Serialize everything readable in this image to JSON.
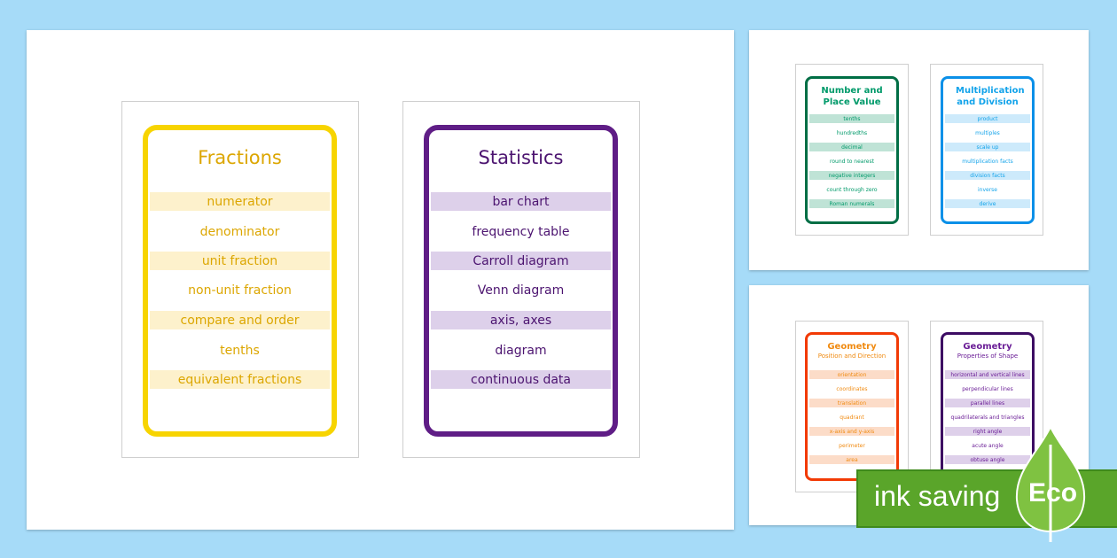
{
  "cards": [
    {
      "title": "Fractions",
      "subtitle": "",
      "border": "#f7d400",
      "text": "#dca600",
      "stripe": "#fdf1cc",
      "words": [
        "numerator",
        "denominator",
        "unit fraction",
        "non-unit fraction",
        "compare and order",
        "tenths",
        "equivalent fractions"
      ]
    },
    {
      "title": "Statistics",
      "subtitle": "",
      "border": "#5f1d86",
      "text": "#4c1470",
      "stripe": "#ddd0ea",
      "words": [
        "bar chart",
        "frequency table",
        "Carroll diagram",
        "Venn diagram",
        "axis, axes",
        "diagram",
        "continuous data"
      ]
    },
    {
      "title": "Number and Place Value",
      "subtitle": "",
      "border": "#006e45",
      "text": "#009a6a",
      "stripe": "#bfe3d6",
      "words": [
        "tenths",
        "hundredths",
        "decimal",
        "round to nearest",
        "negative integers",
        "count through zero",
        "Roman numerals"
      ]
    },
    {
      "title": "Multiplication and Division",
      "subtitle": "",
      "border": "#0b90e8",
      "text": "#12a3ea",
      "stripe": "#cdeafb",
      "words": [
        "product",
        "multiples",
        "scale up",
        "multiplication facts",
        "division facts",
        "inverse",
        "derive"
      ]
    },
    {
      "title": "Geometry",
      "subtitle": "Position and Direction",
      "border": "#f23a05",
      "text": "#f08a10",
      "stripe": "#fcdcc8",
      "words": [
        "orientation",
        "coordinates",
        "translation",
        "quadrant",
        "x-axis and y-axis",
        "perimeter",
        "area"
      ]
    },
    {
      "title": "Geometry",
      "subtitle": "Properties of Shape",
      "border": "#3d0c63",
      "text": "#6a1d96",
      "stripe": "#ded0ea",
      "words": [
        "horizontal and vertical lines",
        "perpendicular lines",
        "parallel lines",
        "quadrilaterals and triangles",
        "right angle",
        "acute angle",
        "obtuse angle"
      ]
    }
  ],
  "badge": {
    "label": "ink saving",
    "eco": "Eco",
    "color": "#5aa52a"
  }
}
